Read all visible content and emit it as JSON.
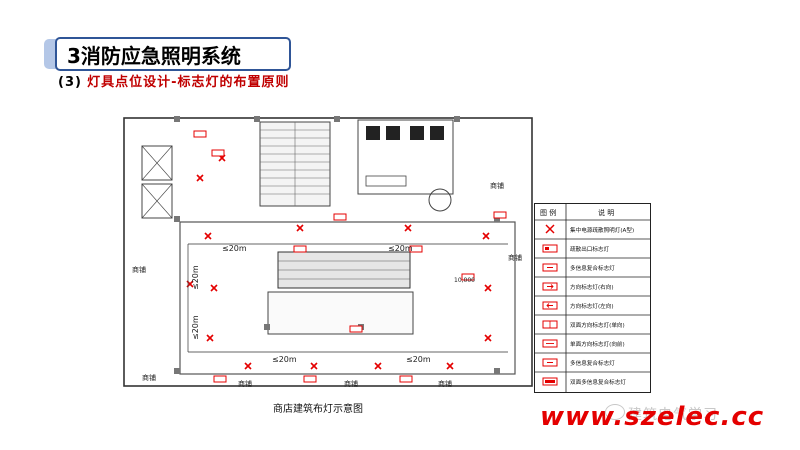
{
  "slide": {
    "title": "3消防应急照明系统",
    "subtitle_num": "(3)",
    "subtitle_text": "灯具点位设计-标志灯的布置原则"
  },
  "plan": {
    "caption": "商店建筑布灯示意图",
    "distance_label": "≤20m",
    "shop_label": "商铺",
    "level_label": "10,000"
  },
  "legend": {
    "header_icon": "图 例",
    "header_desc": "说 明",
    "rows": [
      {
        "icon": "x-cross-icon",
        "text": "集中电源疏散照明灯(A型)"
      },
      {
        "icon": "exit-sign-icon",
        "text": "疏散出口标志灯"
      },
      {
        "icon": "multi-info-sign-icon",
        "text": "多信息复合标志灯"
      },
      {
        "icon": "direction-right-icon",
        "text": "方向标志灯(右向)"
      },
      {
        "icon": "direction-left-icon",
        "text": "方向标志灯(左向)"
      },
      {
        "icon": "double-direction-icon",
        "text": "双面方向标志灯(单向)"
      },
      {
        "icon": "single-double-icon",
        "text": "单面方向标志灯(向前)"
      },
      {
        "icon": "multi-info-sign-icon",
        "text": "多信息复合标志灯"
      },
      {
        "icon": "double-multi-icon",
        "text": "双面多信息复合标志灯"
      }
    ]
  },
  "footer": {
    "watermark": "建筑电气学习",
    "url": "www.szelec.cc"
  },
  "colors": {
    "accent_red": "#e40000",
    "title_border": "#2f5597"
  }
}
